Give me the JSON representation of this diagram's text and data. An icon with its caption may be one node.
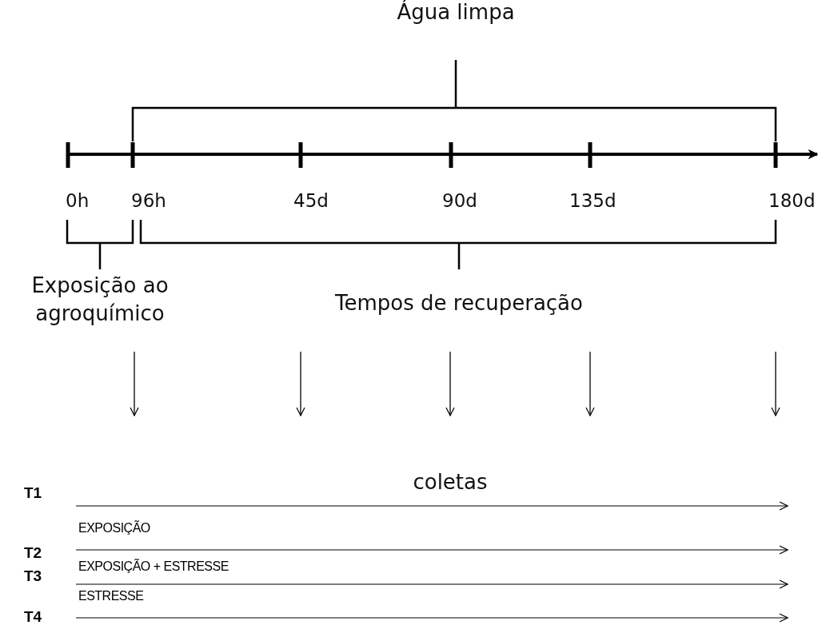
{
  "diagram": {
    "nodes": [
      {
        "text": [
          "T1"
        ]
      },
      {
        "text": [
          "T2"
        ],
        "beside": [
          "EXPOSIÇÃO"
        ]
      },
      {
        "text": [
          "T3"
        ],
        "beside": [
          "EXPOSIÇÃO + ESTRESSE"
        ]
      },
      {
        "text": [
          "T4"
        ],
        "beside": [
          "ESTRESSE"
        ]
      }
    ],
    "edges": [
      {
        "from": 0,
        "to": null,
        "arrow": "to"
      },
      {
        "from": 1,
        "to": null,
        "arrow": "to"
      },
      {
        "from": 2,
        "to": null,
        "arrow": "to"
      },
      {
        "from": 3,
        "to": null,
        "arrow": "to"
      }
    ],
    "labels": [
      "Água limpa",
      "0h",
      "96h",
      "45d",
      "90d",
      "135d",
      "180d",
      "Exposição ao agroquímico",
      "Tempos de recuperação",
      "coletas"
    ]
  }
}
